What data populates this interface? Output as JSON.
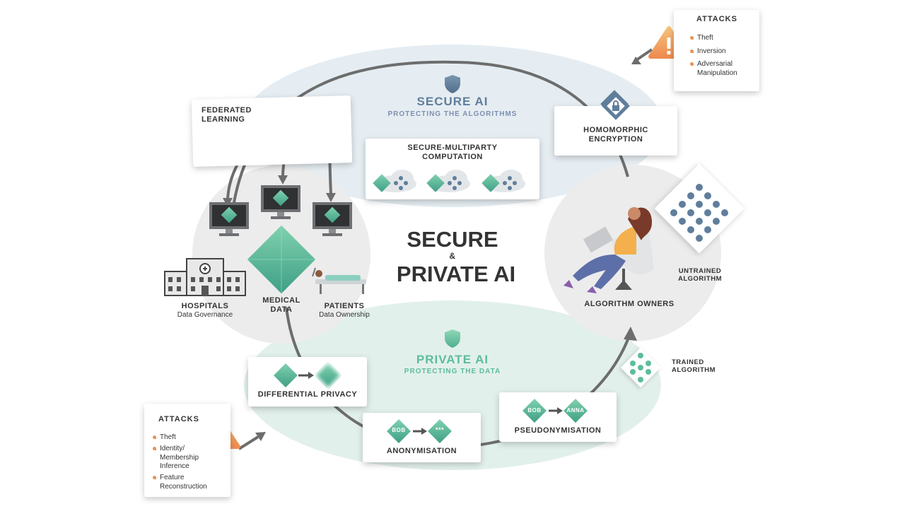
{
  "center": {
    "line1": "SECURE",
    "amp": "&",
    "line2": "PRIVATE AI"
  },
  "secure_ai": {
    "title": "SECURE AI",
    "subtitle": "PROTECTING THE ALGORITHMS"
  },
  "private_ai": {
    "title": "PRIVATE AI",
    "subtitle": "PROTECTING THE DATA"
  },
  "federated_learning": {
    "label": "FEDERATED\nLEARNING"
  },
  "smpc": {
    "label": "SECURE-MULTIPARTY\nCOMPUTATION"
  },
  "homomorphic": {
    "label": "HOMOMORPHIC\nENCRYPTION"
  },
  "attacks_top": {
    "title": "ATTACKS",
    "items": [
      "Theft",
      "Inversion",
      "Adversarial\nManipulation"
    ]
  },
  "attacks_bottom": {
    "title": "ATTACKS",
    "items": [
      "Theft",
      "Identity/\nMembership\nInference",
      "Feature\nReconstruction"
    ]
  },
  "hospitals": {
    "title": "HOSPITALS",
    "sub": "Data Governance"
  },
  "medical_data": {
    "title": "MEDICAL\nDATA"
  },
  "patients": {
    "title": "PATIENTS",
    "sub": "Data Ownership"
  },
  "algorithm_owners": {
    "label": "ALGORITHM OWNERS"
  },
  "untrained": {
    "label": "UNTRAINED\nALGORITHM"
  },
  "trained": {
    "label": "TRAINED\nALGORITHM"
  },
  "differential_privacy": {
    "label": "DIFFERENTIAL PRIVACY"
  },
  "anonymisation": {
    "label": "ANONYMISATION",
    "from": "BOB",
    "to": "***"
  },
  "pseudonymisation": {
    "label": "PSEUDONYMISATION",
    "from": "BOB",
    "to": "ANNA"
  },
  "colors": {
    "green": "#5dbd9a",
    "blue_gray": "#5f7e9b",
    "orange": "#f0a060",
    "secure_bg": "#e4ecf1",
    "private_bg": "#e3f0ec"
  }
}
